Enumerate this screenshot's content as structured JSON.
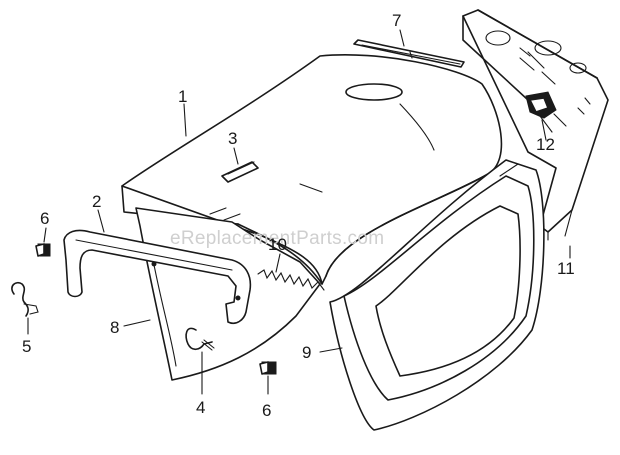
{
  "diagram": {
    "watermark": "eReplacementParts.com",
    "callouts": [
      {
        "id": "1",
        "text": "1"
      },
      {
        "id": "2",
        "text": "2"
      },
      {
        "id": "3",
        "text": "3"
      },
      {
        "id": "4",
        "text": "4"
      },
      {
        "id": "5",
        "text": "5"
      },
      {
        "id": "6a",
        "text": "6"
      },
      {
        "id": "6b",
        "text": "6"
      },
      {
        "id": "7",
        "text": "7"
      },
      {
        "id": "8",
        "text": "8"
      },
      {
        "id": "9",
        "text": "9"
      },
      {
        "id": "10",
        "text": "10"
      },
      {
        "id": "11",
        "text": "11"
      },
      {
        "id": "12",
        "text": "12"
      }
    ]
  }
}
